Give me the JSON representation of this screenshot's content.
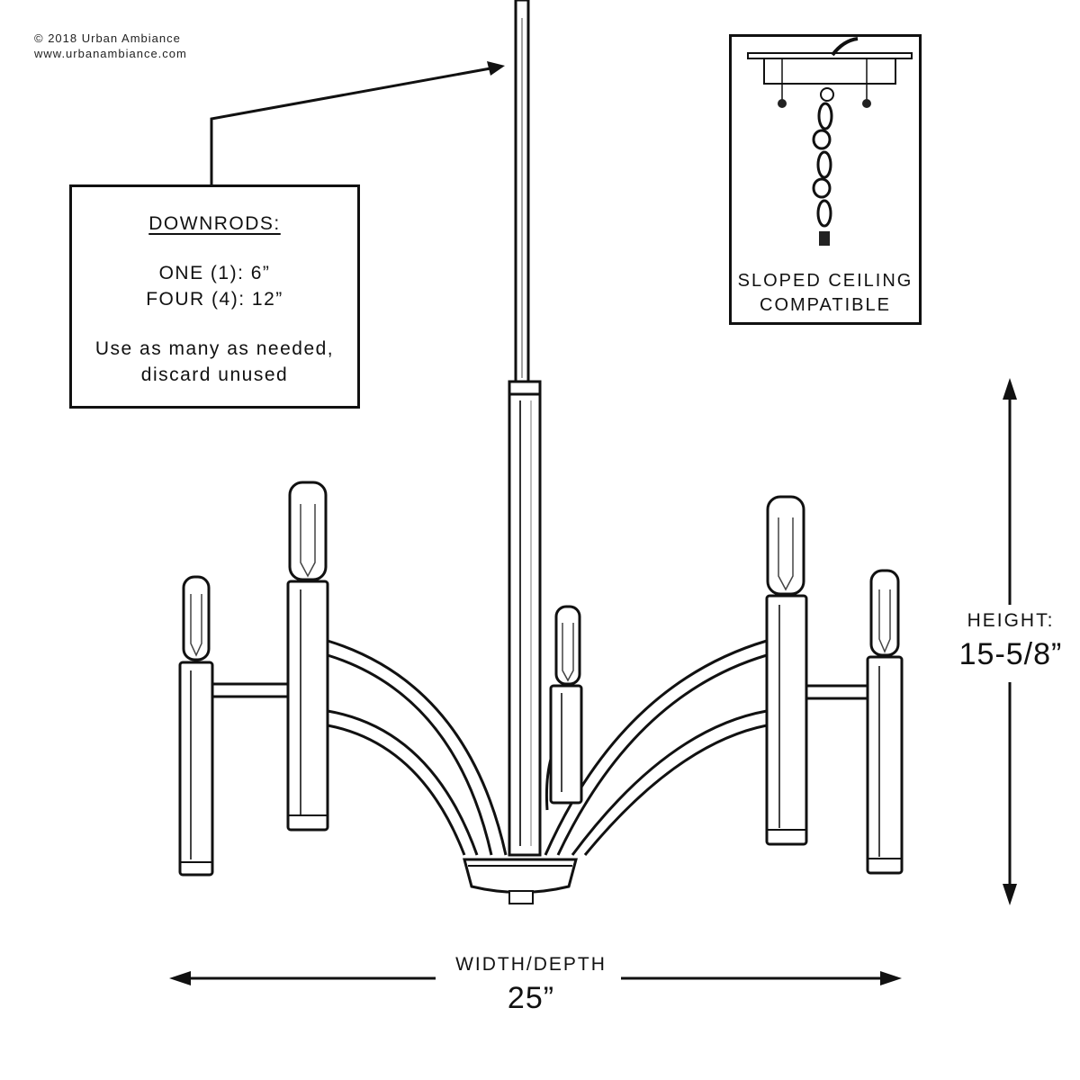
{
  "copyright": {
    "line1": "© 2018 Urban Ambiance",
    "line2": "www.urbanambiance.com"
  },
  "downrods": {
    "title": "DOWNRODS:",
    "line1": "ONE (1): 6”",
    "line2": "FOUR (4): 12”",
    "line3": "Use as many as needed,",
    "line4": "discard unused"
  },
  "sloped": {
    "line1": "SLOPED CEILING",
    "line2": "COMPATIBLE"
  },
  "height": {
    "label": "HEIGHT:",
    "value": "15-5/8”"
  },
  "width": {
    "label": "WIDTH/DEPTH",
    "value": "25”"
  },
  "colors": {
    "ink": "#111111",
    "background": "#ffffff"
  },
  "icons": [
    "arrow-icon",
    "ceiling-canopy-icon",
    "chain-icon"
  ]
}
